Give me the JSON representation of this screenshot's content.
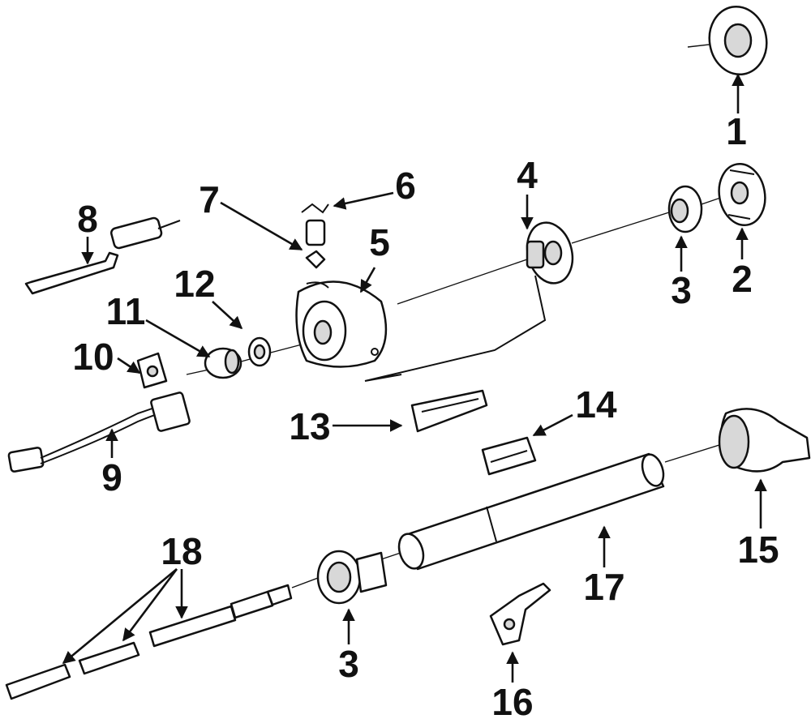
{
  "diagram": {
    "callouts": [
      "1",
      "2",
      "3",
      "4",
      "5",
      "6",
      "7",
      "8",
      "9",
      "10",
      "11",
      "12",
      "13",
      "14",
      "3",
      "15",
      "16",
      "17",
      "18"
    ]
  }
}
